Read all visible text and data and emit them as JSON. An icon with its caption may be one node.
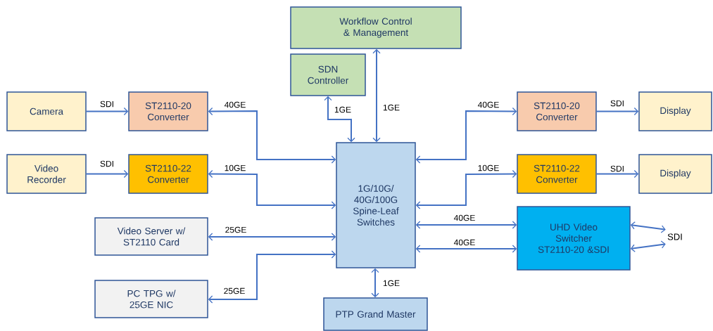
{
  "diagram": {
    "nodes": [
      {
        "text": [
          "Workflow Control & Management"
        ]
      },
      {
        "text": [
          "SDN Controller"
        ]
      },
      {
        "text": [
          "Camera"
        ]
      },
      {
        "text": [
          "ST2110-20 Converter"
        ]
      },
      {
        "text": [
          "Video Recorder"
        ]
      },
      {
        "text": [
          "ST2110-22 Converter"
        ]
      },
      {
        "text": [
          "Video Server w/ ST2110 Card"
        ]
      },
      {
        "text": [
          "PC TPG w/ 25GE NIC"
        ]
      },
      {
        "text": [
          "1G/10G/ 40G/100G Spine-Leaf Switches"
        ]
      },
      {
        "text": [
          "ST2110-20 Converter"
        ]
      },
      {
        "text": [
          "Display"
        ]
      },
      {
        "text": [
          "ST2110-22 Converter"
        ]
      },
      {
        "text": [
          "Display"
        ]
      },
      {
        "text": [
          "UHD Video Switcher ST2110-20 &SDI"
        ]
      },
      {
        "text": [
          "PTP Grand Master"
        ]
      },
      {
        "text": [
          "SDI"
        ]
      }
    ],
    "edges": [
      {
        "from": 2,
        "to": 3,
        "arrow": "to",
        "label": "SDI"
      },
      {
        "from": 4,
        "to": 5,
        "arrow": "to",
        "label": "SDI"
      },
      {
        "from": 3,
        "to": 8,
        "arrow": "both",
        "label": "40GE"
      },
      {
        "from": 5,
        "to": 8,
        "arrow": "both",
        "label": "10GE"
      },
      {
        "from": 6,
        "to": 8,
        "arrow": "both",
        "label": "25GE"
      },
      {
        "from": 7,
        "to": 8,
        "arrow": "both",
        "label": "25GE"
      },
      {
        "from": 1,
        "to": 8,
        "arrow": "both",
        "label": "1GE"
      },
      {
        "from": 0,
        "to": 8,
        "arrow": "both",
        "label": "1GE"
      },
      {
        "from": 8,
        "to": 9,
        "arrow": "both",
        "label": "40GE"
      },
      {
        "from": 8,
        "to": 11,
        "arrow": "both",
        "label": "10GE"
      },
      {
        "from": 9,
        "to": 10,
        "arrow": "to",
        "label": "SDI"
      },
      {
        "from": 11,
        "to": 12,
        "arrow": "to",
        "label": "SDI"
      },
      {
        "from": 8,
        "to": 13,
        "arrow": "both",
        "label": "40GE"
      },
      {
        "from": 8,
        "to": 13,
        "arrow": "both",
        "label": "40GE"
      },
      {
        "from": 13,
        "to": 15,
        "arrow": "both"
      },
      {
        "from": 13,
        "to": 15,
        "arrow": "both"
      },
      {
        "from": 8,
        "to": 14,
        "arrow": "both",
        "label": "1GE"
      }
    ]
  }
}
